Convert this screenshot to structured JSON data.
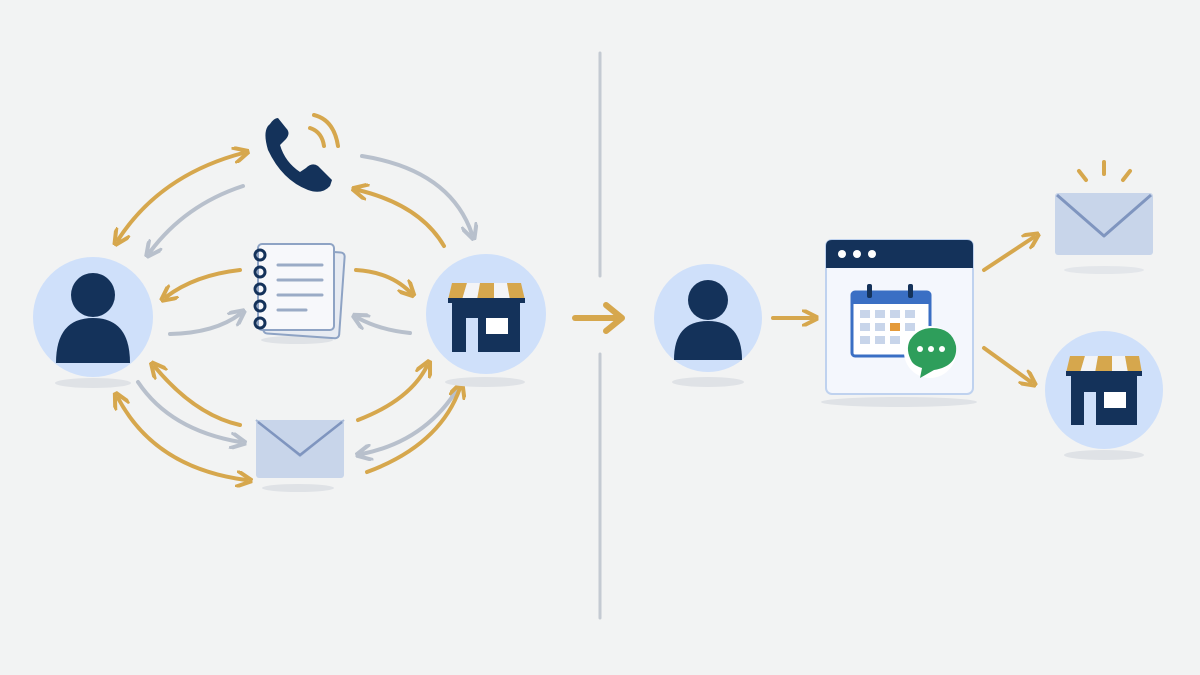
{
  "colors": {
    "background": "#f2f3f3",
    "navy": "#14325a",
    "gold": "#d6a74d",
    "gray_arrow": "#b8c0cc",
    "divider": "#c4cad2",
    "circle_fill": "#cfe0fa",
    "envelope_fill": "#c8d5ea",
    "green_chat": "#2e9e5b",
    "calendar_blue": "#3a6fc4",
    "calendar_highlight": "#e49a3a"
  },
  "left_panel": {
    "description_nodes": [
      "customer",
      "phone",
      "notepad",
      "store",
      "email"
    ],
    "icons": {
      "customer": "person-icon",
      "phone": "phone-icon",
      "notepad": "notepad-icon",
      "store": "store-icon",
      "email": "envelope-icon"
    }
  },
  "transition_arrow": "arrow-right-icon",
  "right_panel": {
    "icons": {
      "customer": "person-icon",
      "booking_app": "booking-window-icon",
      "calendar": "calendar-icon",
      "chat": "chat-bubble-icon",
      "email": "envelope-icon",
      "store": "store-icon"
    }
  }
}
